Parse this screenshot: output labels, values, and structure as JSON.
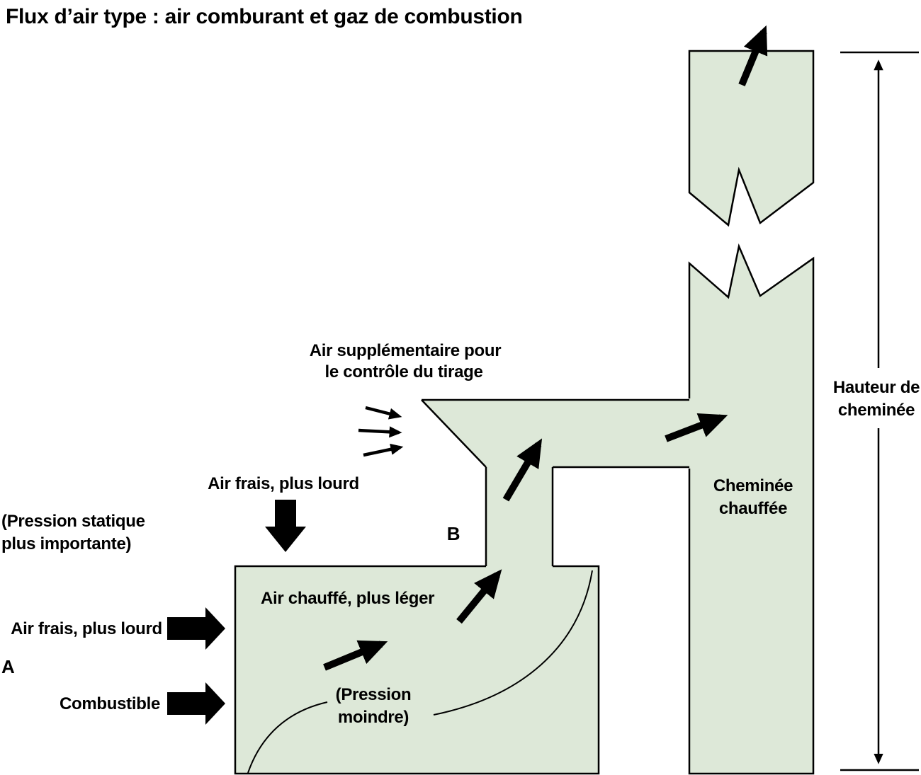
{
  "title": "Flux d’air type : air comburant et gaz de combustion",
  "labels": {
    "air_supplementaire": [
      "Air supplémentaire pour",
      "le contrôle du tirage"
    ],
    "air_frais_haut": "Air frais, plus lourd",
    "pression_statique": [
      "(Pression statique",
      "plus importante)"
    ],
    "air_frais_gauche": "Air frais, plus lourd",
    "point_a": "A",
    "point_b": "B",
    "combustible": "Combustible",
    "air_chauffe": "Air chauffé, plus léger",
    "pression_moindre": [
      "(Pression",
      "moindre)"
    ],
    "cheminee_chauffee": [
      "Cheminée",
      "chauffée"
    ],
    "hauteur_cheminee": [
      "Hauteur de",
      "cheminée"
    ]
  },
  "colors": {
    "duct_fill": "#dde8d8",
    "ink": "#000000",
    "background": "#ffffff"
  }
}
